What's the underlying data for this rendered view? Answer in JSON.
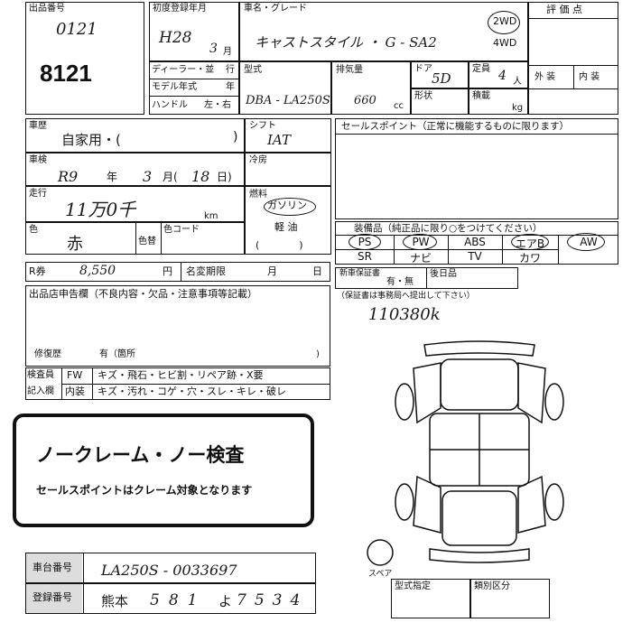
{
  "stock": {
    "label": "出品番号",
    "hand": "0121",
    "number": "8121"
  },
  "first_reg": {
    "label": "初度登録年月",
    "era": "H28",
    "month": "3",
    "month_unit": "月"
  },
  "car_name": {
    "label": "車名・グレード",
    "value": "キャストスタイル ・ G - SA2"
  },
  "drive": {
    "opt1": "2WD",
    "opt2": "4WD"
  },
  "dealer_row": {
    "dealer_label": "ディーラー・並",
    "dealer_value": "行",
    "model_year_label": "モデル年式",
    "model_year_value": "年",
    "handle_label": "ハンドル",
    "handle_value": "左・右"
  },
  "model_type": {
    "label": "型式",
    "value": "DBA - LA250S"
  },
  "displacement": {
    "label": "排気量",
    "value": "660",
    "unit": "cc"
  },
  "doors": {
    "label": "ドア",
    "value": "5D"
  },
  "capacity": {
    "label": "定員",
    "value": "4",
    "unit": "人"
  },
  "shape": {
    "label": "形状"
  },
  "load": {
    "label": "積載",
    "unit": "kg"
  },
  "evaluation": {
    "title": "評 価 点",
    "exterior": "外 装",
    "interior": "内 装"
  },
  "history": {
    "label": "車歴",
    "value": "自家用・(",
    "close": ")"
  },
  "inspection": {
    "label": "車検",
    "year_hand": "R9",
    "year_unit": "年",
    "month_hand": "3",
    "month_unit": "月(",
    "day_hand": "18",
    "day_unit": "日)"
  },
  "mileage": {
    "label": "走行",
    "hand": "11万0千",
    "unit": "km"
  },
  "shift": {
    "label": "シフト",
    "value": "IAT"
  },
  "ac": {
    "label": "冷房"
  },
  "fuel": {
    "label": "燃料",
    "value": "ガソリン",
    "opt2": "軽 油",
    "paren": "(　　　　)"
  },
  "color": {
    "label": "色",
    "value": "赤",
    "repaint_label": "色替",
    "code_label": "色コード"
  },
  "sales": {
    "title": "セールスポイント（正常に機能するものに限ります）"
  },
  "equipment": {
    "title": "装備品（純正品に限り○をつけてください）",
    "items": [
      "PS",
      "PW",
      "ABS",
      "エアB",
      "AW",
      "SR",
      "ナビ",
      "TV",
      "カワ"
    ]
  },
  "recycle": {
    "label": "R券",
    "value": "8,550",
    "unit": "円",
    "name_change_label": "名変期限",
    "month_unit": "月",
    "day_unit": "日"
  },
  "warranty": {
    "label": "新車保証書",
    "opts": "有・無",
    "later_label": "後日品",
    "note": "（保証書は事務局へ提出して下さい）",
    "hand": "110380k"
  },
  "declaration": {
    "title": "出品店申告欄（不良内容・欠品・注意事項等記載）"
  },
  "repair": {
    "label": "修復歴",
    "value": "有（箇所",
    "close": ")"
  },
  "inspector": {
    "label1": "検査員",
    "label2": "記入欄",
    "fw": "FW",
    "fw_items": "キズ・飛石・ヒビ割・リペア跡・X要",
    "int": "内装",
    "int_items": "キズ・汚れ・コゲ・穴・スレ・キレ・破レ"
  },
  "notice": {
    "title": "ノークレーム・ノー検査",
    "subtitle": "セールスポイントはクレーム対象となります"
  },
  "spare": {
    "label": "スペア"
  },
  "chassis": {
    "label": "車台番号",
    "value": "LA250S - 0033697"
  },
  "registration": {
    "label": "登録番号",
    "area": "熊本",
    "class": "581",
    "kana": "よ",
    "digits": "7534"
  },
  "type_designation": {
    "label": "型式指定"
  },
  "category": {
    "label": "類別区分"
  }
}
